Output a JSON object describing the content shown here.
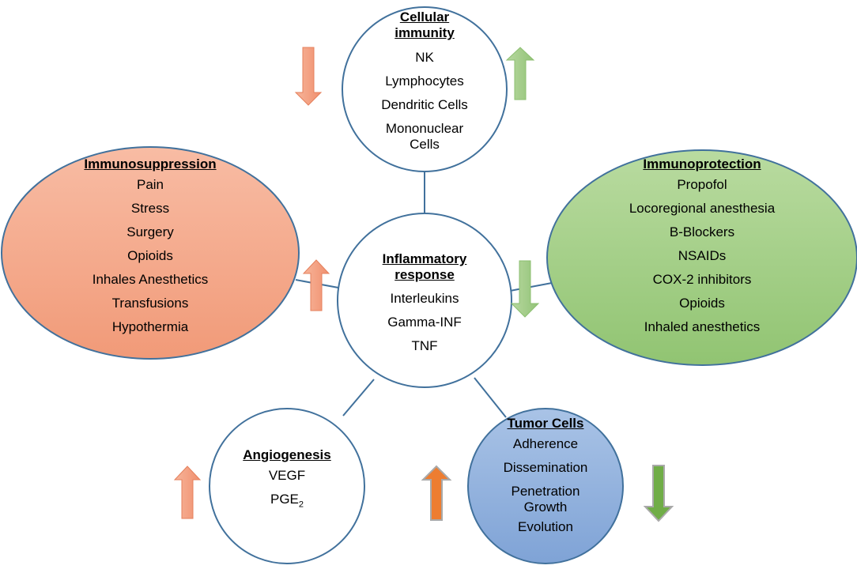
{
  "cellular": {
    "title_line1": "Cellular",
    "title_line2": "immunity",
    "items": [
      "NK",
      "Lymphocytes",
      "Dendritic Cells",
      "Mononuclear",
      "Cells"
    ]
  },
  "immunosuppression": {
    "title": "Immunosuppression",
    "items": [
      "Pain",
      "Stress",
      "Surgery",
      "Opioids",
      "Inhales Anesthetics",
      "Transfusions",
      "Hypothermia"
    ]
  },
  "inflammatory": {
    "title_line1": "Inflammatory",
    "title_line2": "response",
    "items": [
      "Interleukins",
      "Gamma-INF",
      "TNF"
    ]
  },
  "immunoprotection": {
    "title": "Immunoprotection",
    "items": [
      "Propofol",
      "Locoregional anesthesia",
      "B-Blockers",
      "NSAIDs",
      "COX-2 inhibitors",
      "Opioids",
      "Inhaled anesthetics"
    ]
  },
  "angiogenesis": {
    "title": "Angiogenesis",
    "items": [
      "VEGF",
      "PGE",
      "2"
    ]
  },
  "tumor": {
    "title": "Tumor Cells",
    "items": [
      "Adherence",
      "Dissemination",
      "Penetration",
      "Growth",
      "Evolution"
    ]
  },
  "colors": {
    "down_salmon": "#F2A88C",
    "up_green_light": "#A8D08D",
    "up_orange": "#ED7D31",
    "down_green": "#70AD47",
    "outline_blue": "#41719C"
  }
}
